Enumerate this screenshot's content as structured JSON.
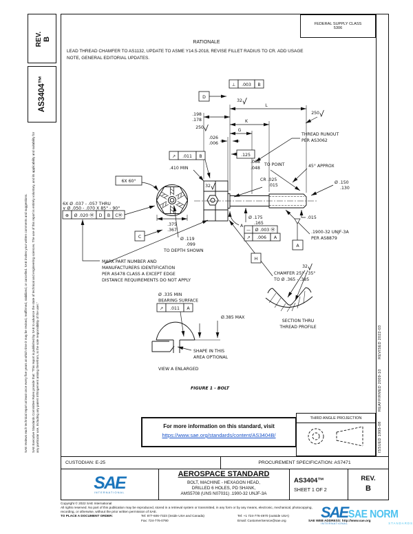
{
  "margins": {
    "left_note_1": "SAE Executive Standards Committee Rules provide that: \"This report is published by SAE to advance the state of technical and engineering sciences. The use of this report is entirely voluntary, and its applicability and suitability for any particular use, including any patent infringement arising therefrom, is the sole responsibility of the user.\"",
    "left_note_2": "SAE reviews each technical report at least once every five years at which time it may be revised, reaffirmed, stabilized, or cancelled. SAE invites your written comments and suggestions.",
    "right_dates": "ISSUED 1995-08        REAFFIRMED 2009-10        REVISED 2022-03"
  },
  "header": {
    "rev_label": "REV.",
    "rev_value": "B",
    "doc_number": "AS3404™",
    "supply_class_line1": "FEDERAL SUPPLY CLASS",
    "supply_class_line2": "5306",
    "rationale_title": "RATIONALE",
    "rationale_line1": "LEAD THREAD CHAMFER TO AS1132, UPDATE TO ASME Y14.5-2018, REVISE FILLET RADIUS TO CR. ADD USAGE",
    "rationale_line2": "NOTE, GENERAL EDITORIAL UPDATES."
  },
  "drawing": {
    "fcf_perp_sym": "⊥",
    "fcf_perp_tol": ".003",
    "fcf_perp_datum": "B",
    "datum_d": "D",
    "datum_a": "A",
    "datum_c": "C",
    "dim_h_label": "H",
    "finish_32": "32",
    "finish_250": "250",
    "dim_head_height_1": ".198",
    "dim_head_height_2": ".178",
    "dim_washer_1": ".026",
    "dim_washer_2": ".006",
    "fcf_runout_head_sym": "↗",
    "fcf_runout_head_tol": ".011",
    "fcf_runout_head_datum": "B",
    "dim_410": ".410 MIN",
    "dim_L": "L",
    "dim_K": "K",
    "dim_G": "G",
    "thread_runout_1": "THREAD RUNOUT",
    "thread_runout_2": "PER AS3062",
    "dim_125": ".125",
    "dim_point_1": ".068",
    "dim_point_2": ".048",
    "dim_point_3": "TO POINT",
    "approx_45": "45° APPROX",
    "cr_1": "CR .025",
    "cr_2": ".015",
    "dia_point_1": "Ø .150",
    "dia_point_2": ".130",
    "dim_015": ".015",
    "dia_shank_1": "Ø .175",
    "dia_shank_2": ".165",
    "fcf_straight_sym": "—",
    "fcf_straight_tol": "Ø .003 Ⓜ",
    "fcf_runout_thread_sym": "↗",
    "fcf_runout_thread_tol": ".006",
    "fcf_runout_thread_datum": "A",
    "thread_callout_1": ".1900-32 UNJF-3A",
    "thread_callout_2": "PER AS8879",
    "hex_note": "6X 60°",
    "holes_line1": "6X Ø .037 - .057 THRU",
    "holes_line2": "∨ Ø .050 - .070 X 85° - 90°",
    "fcf_pos_sym": "⊕",
    "fcf_pos_tol": "Ø .020 Ⓜ",
    "fcf_pos_d1": "D",
    "fcf_pos_d2": "B",
    "fcf_pos_d3": "CⓂ",
    "dim_af_1": ".375",
    "dim_af_2": ".367",
    "dia_hole_1": "Ø .119",
    "dia_hole_2": ".099",
    "dia_hole_3": "TO DEPTH SHOWN",
    "mark_1": "MARK PART NUMBER AND",
    "mark_2": "MANUFACTURERS IDENTIFICATION",
    "mark_3": "PER AS478 CLASS A EXCEPT EDGE",
    "mark_4": "DISTANCE REQUIREMENTS DO NOT APPLY",
    "chamfer_1": "CHAMFER 25° - 35°",
    "chamfer_2": "TO Ø .365 - .385",
    "bearing_1": "Ø .335 MIN",
    "bearing_2": "BEARING SURFACE",
    "fcf_runout_brg_sym": "↗",
    "fcf_runout_brg_tol": ".011",
    "fcf_runout_brg_datum": "A",
    "dia_385": "Ø.385 MAX",
    "shape_1": "SHAPE IN THIS",
    "shape_2": "AREA OPTIONAL",
    "view_a": "VIEW A ENLARGED",
    "view_a_letter": "A",
    "section_1": "SECTION THRU",
    "section_2": "THREAD PROFILE",
    "figure_caption": "FIGURE 1 - BOLT"
  },
  "info_box": {
    "line1": "For more information on this standard, visit",
    "link": "https://www.sae.org/standards/content/AS3404B/"
  },
  "projection": {
    "label": "THIRD ANGLE PROJECTION"
  },
  "title_block": {
    "custodian": "CUSTODIAN: E-25",
    "procurement": "PROCUREMENT SPECIFICATION: AS7471",
    "logo_text": "SAE",
    "logo_sub": "INTERNATIONAL",
    "title": "AEROSPACE STANDARD",
    "subtitle_line1": "BOLT, MACHINE - HEXAGON HEAD,",
    "subtitle_line2": "DRILLED 6 HOLES, PD SHANK,",
    "subtitle_line3": "AMS5708 (UNS N07031) .1900-32 UNJF-3A",
    "doc_number": "AS3404™",
    "sheet": "SHEET 1 OF 2",
    "rev_label": "REV.",
    "rev_value": "B"
  },
  "footer": {
    "copyright": "Copyright © 2022 SAE International",
    "rights_line1": "All rights reserved. No part of this publication may be reproduced, stored in a retrieval system or transmitted, in any form or by any means, electronic, mechanical, photocopying,",
    "rights_line2": "recording, or otherwise, without the prior written permission of SAE.",
    "order_label": "TO PLACE A DOCUMENT ORDER:",
    "tel_inside": "Tel: 877-606-7323 (inside USA and Canada)",
    "tel_outside": "Tel: +1 724-776-4970 (outside USA)",
    "fax": "Fax: 724-776-0790",
    "email": "Email: CustomerService@sae.org",
    "web": "SAE WEB ADDRESS: http://www.sae.org"
  },
  "watermark": {
    "sae": "SAE",
    "norm": "SAE NORM",
    "sub_left": "INTERNATIONAL",
    "sub_right": "STANDARDS"
  }
}
